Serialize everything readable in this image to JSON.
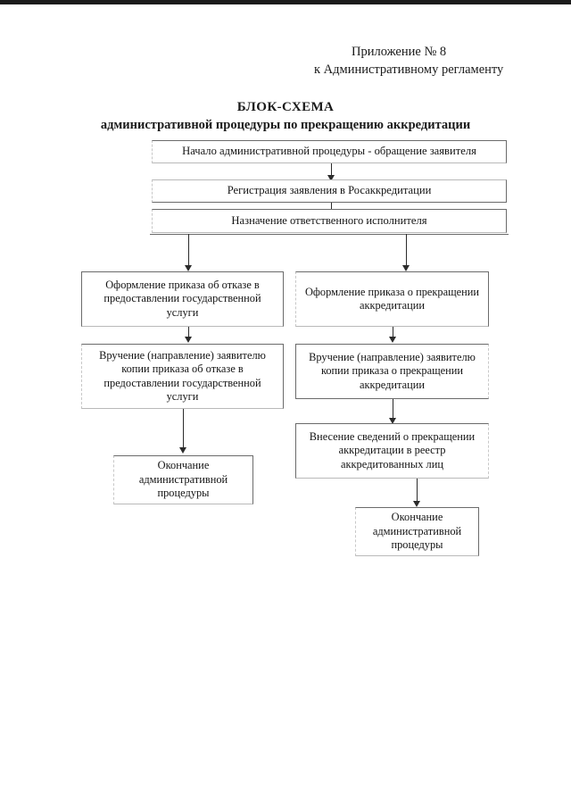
{
  "document": {
    "appendix_line_1": "Приложение № 8",
    "appendix_line_2": "к Административному регламенту",
    "title_line_1": "БЛОК-СХЕМА",
    "title_line_2": "административной процедуры по прекращению аккредитации"
  },
  "flowchart": {
    "type": "diagram",
    "nodes": [
      {
        "id": "start",
        "label": "Начало административной процедуры - обращение заявителя"
      },
      {
        "id": "registration",
        "label": "Регистрация заявления в Росаккредитации"
      },
      {
        "id": "assignment",
        "label": "Назначение ответственного исполнителя"
      },
      {
        "id": "refusal-order",
        "label": "Оформление приказа об отказе в предоставлении государственной услуги"
      },
      {
        "id": "termination-order",
        "label": "Оформление приказа о прекращении аккредитации"
      },
      {
        "id": "refusal-delivery",
        "label": "Вручение (направление) заявителю копии приказа об отказе в предоставлении государственной услуги"
      },
      {
        "id": "termination-delivery",
        "label": "Вручение (направление) заявителю копии приказа о прекращении аккредитации"
      },
      {
        "id": "registry-entry",
        "label": "Внесение сведений о прекращении аккредитации в реестр аккредитованных лиц"
      },
      {
        "id": "end-left",
        "label": "Окончание административной процедуры"
      },
      {
        "id": "end-right",
        "label": "Окончание административной процедуры"
      }
    ],
    "edges": [
      {
        "from": "start",
        "to": "registration"
      },
      {
        "from": "registration",
        "to": "assignment"
      },
      {
        "from": "assignment",
        "to": "refusal-order"
      },
      {
        "from": "assignment",
        "to": "termination-order"
      },
      {
        "from": "refusal-order",
        "to": "refusal-delivery"
      },
      {
        "from": "termination-order",
        "to": "termination-delivery"
      },
      {
        "from": "refusal-delivery",
        "to": "end-left"
      },
      {
        "from": "termination-delivery",
        "to": "registry-entry"
      },
      {
        "from": "registry-entry",
        "to": "end-right"
      }
    ]
  }
}
